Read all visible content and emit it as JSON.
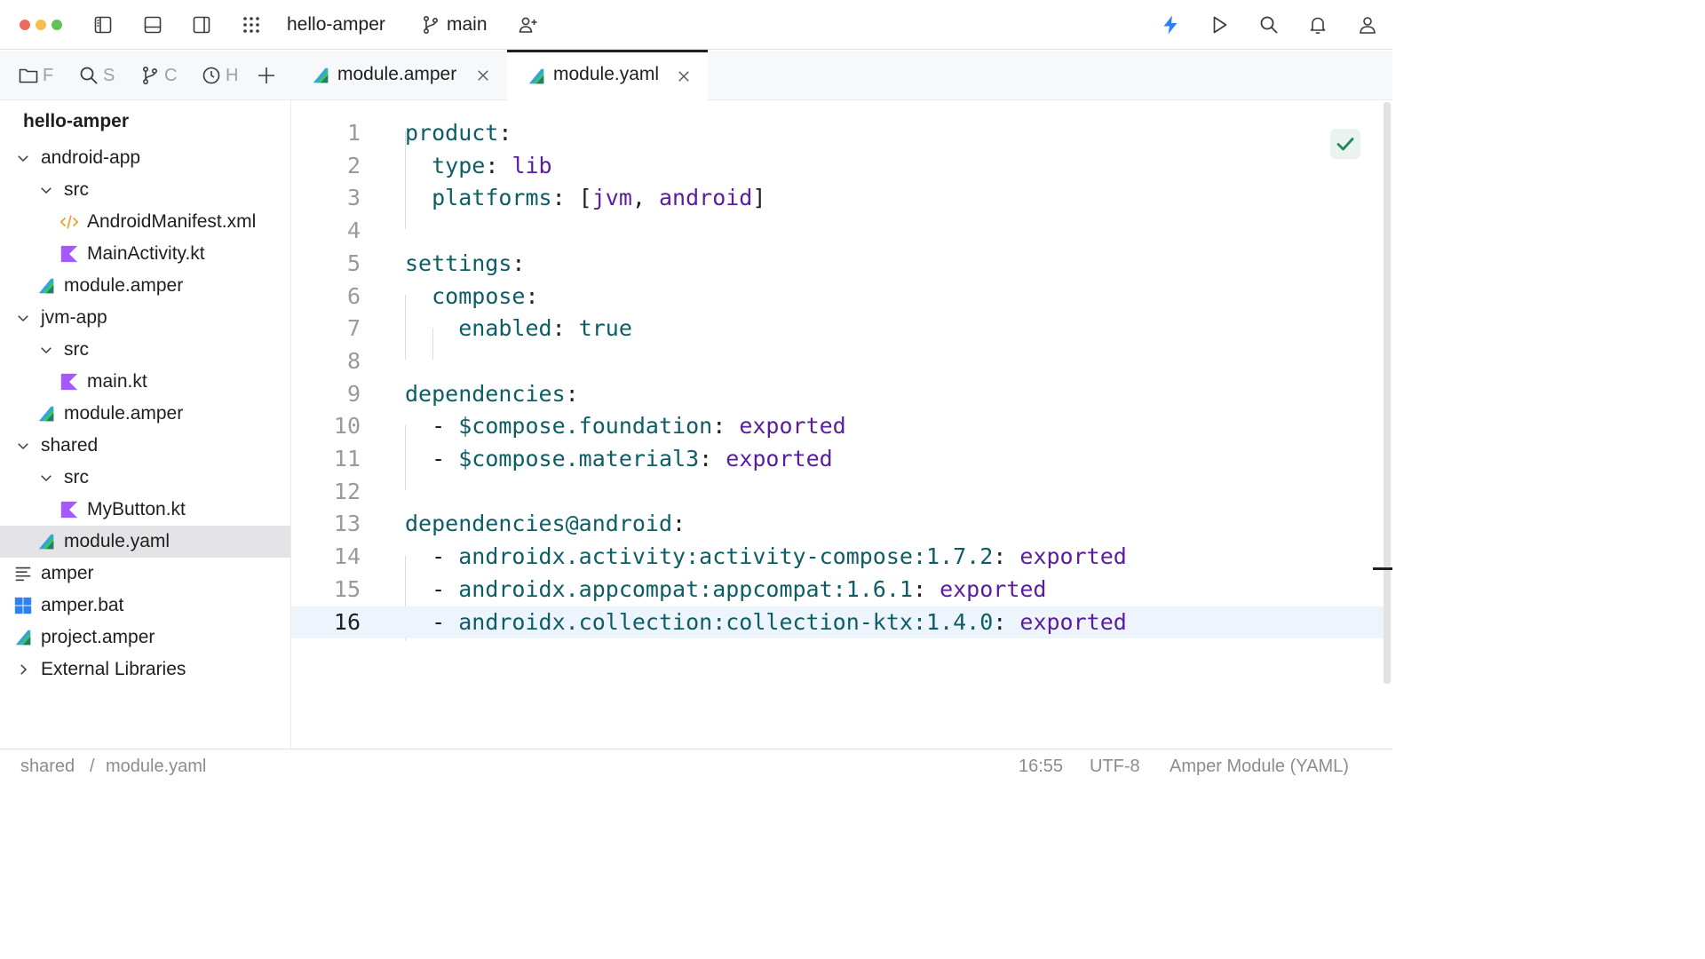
{
  "colors": {
    "traffic_red": "#ed6a5e",
    "traffic_yellow": "#f5bf4f",
    "traffic_green": "#61c554",
    "accent_blue": "#2f7ff5",
    "yaml_key": "#0d5d67",
    "yaml_value": "#5a1d9e",
    "kotlin_purple": "#a259ff",
    "xml_orange": "#e8a33d",
    "success_green": "#1f8a5a"
  },
  "titlebar": {
    "project_name": "hello-amper",
    "branch": "main",
    "left_icons": [
      "left-sidebar-icon",
      "bottom-panel-icon",
      "right-sidebar-icon",
      "app-grid-icon"
    ],
    "right_icons": [
      "lightning-icon",
      "run-icon",
      "search-icon",
      "bell-icon",
      "user-icon"
    ]
  },
  "toolstrip": {
    "tabs": [
      {
        "icon": "folder-icon",
        "label": "F"
      },
      {
        "icon": "search-icon",
        "label": "S"
      },
      {
        "icon": "branch-icon",
        "label": "C"
      },
      {
        "icon": "clock-icon",
        "label": "H"
      }
    ],
    "add_icon": "plus-icon"
  },
  "tree": {
    "root": "hello-amper",
    "items": [
      {
        "label": "android-app",
        "type": "folder",
        "expanded": true
      },
      {
        "label": "src",
        "type": "folder",
        "expanded": true
      },
      {
        "label": "AndroidManifest.xml",
        "type": "xml"
      },
      {
        "label": "MainActivity.kt",
        "type": "kotlin"
      },
      {
        "label": "module.amper",
        "type": "amper"
      },
      {
        "label": "jvm-app",
        "type": "folder",
        "expanded": true
      },
      {
        "label": "src",
        "type": "folder",
        "expanded": true
      },
      {
        "label": "main.kt",
        "type": "kotlin"
      },
      {
        "label": "module.amper",
        "type": "amper"
      },
      {
        "label": "shared",
        "type": "folder",
        "expanded": true
      },
      {
        "label": "src",
        "type": "folder",
        "expanded": true
      },
      {
        "label": "MyButton.kt",
        "type": "kotlin"
      },
      {
        "label": "module.yaml",
        "type": "amper",
        "selected": true
      },
      {
        "label": "amper",
        "type": "text"
      },
      {
        "label": "amper.bat",
        "type": "windows"
      },
      {
        "label": "project.amper",
        "type": "amper"
      },
      {
        "label": "External Libraries",
        "type": "library",
        "expanded": false
      }
    ]
  },
  "editor_tabs": [
    {
      "label": "module.amper",
      "active": false
    },
    {
      "label": "module.yaml",
      "active": true
    }
  ],
  "code": {
    "current_line": 16,
    "lines": [
      {
        "n": "1",
        "tokens": [
          {
            "t": "product",
            "c": "k"
          },
          {
            "t": ":",
            "c": "p"
          }
        ]
      },
      {
        "n": "2",
        "tokens": [
          {
            "t": "  "
          },
          {
            "t": "type",
            "c": "k"
          },
          {
            "t": ": ",
            "c": "p"
          },
          {
            "t": "lib",
            "c": "v"
          }
        ]
      },
      {
        "n": "3",
        "tokens": [
          {
            "t": "  "
          },
          {
            "t": "platforms",
            "c": "k"
          },
          {
            "t": ": [",
            "c": "p"
          },
          {
            "t": "jvm",
            "c": "v"
          },
          {
            "t": ", ",
            "c": "p"
          },
          {
            "t": "android",
            "c": "v"
          },
          {
            "t": "]",
            "c": "p"
          }
        ]
      },
      {
        "n": "4",
        "tokens": []
      },
      {
        "n": "5",
        "tokens": [
          {
            "t": "settings",
            "c": "k"
          },
          {
            "t": ":",
            "c": "p"
          }
        ]
      },
      {
        "n": "6",
        "tokens": [
          {
            "t": "  "
          },
          {
            "t": "compose",
            "c": "k"
          },
          {
            "t": ":",
            "c": "p"
          }
        ]
      },
      {
        "n": "7",
        "tokens": [
          {
            "t": "    "
          },
          {
            "t": "enabled",
            "c": "k"
          },
          {
            "t": ": ",
            "c": "p"
          },
          {
            "t": "true",
            "c": "k"
          }
        ]
      },
      {
        "n": "8",
        "tokens": []
      },
      {
        "n": "9",
        "tokens": [
          {
            "t": "dependencies",
            "c": "k"
          },
          {
            "t": ":",
            "c": "p"
          }
        ]
      },
      {
        "n": "10",
        "tokens": [
          {
            "t": "  - ",
            "c": "p"
          },
          {
            "t": "$compose.foundation",
            "c": "k"
          },
          {
            "t": ": ",
            "c": "p"
          },
          {
            "t": "exported",
            "c": "v"
          }
        ]
      },
      {
        "n": "11",
        "tokens": [
          {
            "t": "  - ",
            "c": "p"
          },
          {
            "t": "$compose.material3",
            "c": "k"
          },
          {
            "t": ": ",
            "c": "p"
          },
          {
            "t": "exported",
            "c": "v"
          }
        ]
      },
      {
        "n": "12",
        "tokens": []
      },
      {
        "n": "13",
        "tokens": [
          {
            "t": "dependencies@android",
            "c": "k"
          },
          {
            "t": ":",
            "c": "p"
          }
        ]
      },
      {
        "n": "14",
        "tokens": [
          {
            "t": "  - ",
            "c": "p"
          },
          {
            "t": "androidx.activity:activity-compose:1.7.2",
            "c": "k"
          },
          {
            "t": ": ",
            "c": "p"
          },
          {
            "t": "exported",
            "c": "v"
          }
        ]
      },
      {
        "n": "15",
        "tokens": [
          {
            "t": "  - ",
            "c": "p"
          },
          {
            "t": "androidx.appcompat:appcompat:1.6.1",
            "c": "k"
          },
          {
            "t": ": ",
            "c": "p"
          },
          {
            "t": "exported",
            "c": "v"
          }
        ]
      },
      {
        "n": "16",
        "tokens": [
          {
            "t": "  - ",
            "c": "p"
          },
          {
            "t": "androidx.collection:collection-ktx:1.4.0",
            "c": "k"
          },
          {
            "t": ": ",
            "c": "p"
          },
          {
            "t": "exported",
            "c": "v"
          }
        ]
      }
    ]
  },
  "statusbar": {
    "breadcrumb_folder": "shared",
    "breadcrumb_sep": "/",
    "breadcrumb_file": "module.yaml",
    "position": "16:55",
    "encoding": "UTF-8",
    "file_type": "Amper Module (YAML)"
  }
}
